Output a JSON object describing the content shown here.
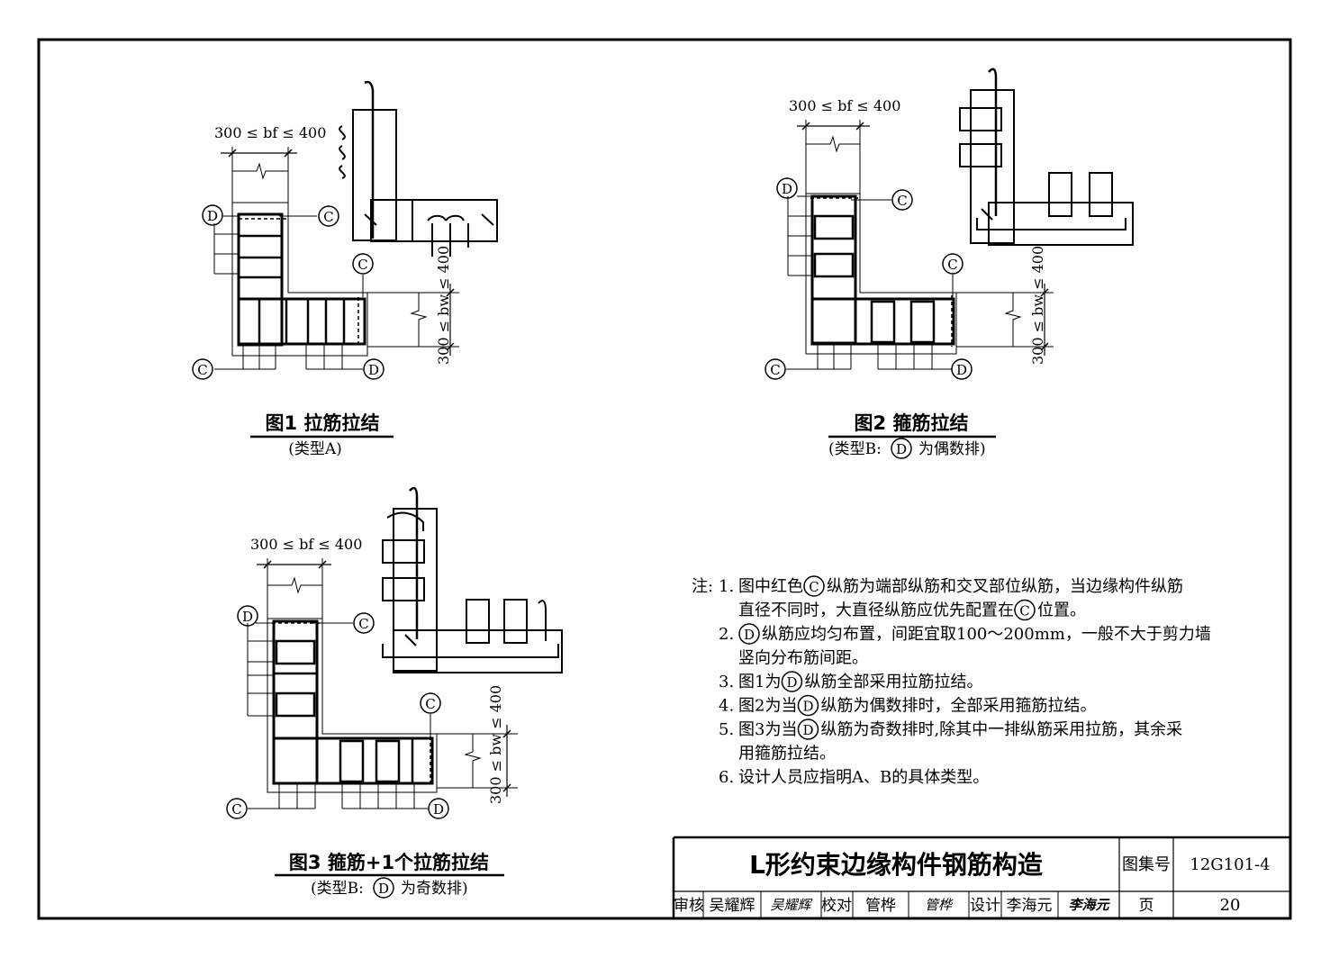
{
  "figures": {
    "dim_flange": "300 ≤ bf ≤ 400",
    "dim_web": "300 ≤ bw ≤ 400",
    "marker_c": "C",
    "marker_d": "D",
    "fig1": {
      "title": "图1 拉筋拉结",
      "subtitle": "(类型A)"
    },
    "fig2": {
      "title": "图2 箍筋拉结",
      "subtitle_pre": "(类型B:",
      "subtitle_post": "为偶数排)"
    },
    "fig3": {
      "title": "图3 箍筋+1个拉筋拉结",
      "subtitle_pre": "(类型B:",
      "subtitle_post": "为奇数排)"
    }
  },
  "notes": {
    "label": "注:",
    "lines": [
      {
        "num": "1.",
        "parts": [
          "图中红色",
          "C",
          "纵筋为端部纵筋和交叉部位纵筋，当边缘构件纵筋"
        ]
      },
      {
        "num": "",
        "parts": [
          "直径不同时，大直径纵筋应优先配置在",
          "C",
          "位置。"
        ]
      },
      {
        "num": "2.",
        "parts": [
          "",
          "D",
          "纵筋应均匀布置，间距宜取100～200mm，一般不大于剪力墙"
        ]
      },
      {
        "num": "",
        "parts": [
          "竖向分布筋间距。",
          "",
          ""
        ]
      },
      {
        "num": "3.",
        "parts": [
          "图1为",
          "D",
          "纵筋全部采用拉筋拉结。"
        ]
      },
      {
        "num": "4.",
        "parts": [
          "图2为当",
          "D",
          "纵筋为偶数排时，全部采用箍筋拉结。"
        ]
      },
      {
        "num": "5.",
        "parts": [
          "图3为当",
          "D",
          "纵筋为奇数排时,除其中一排纵筋采用拉筋，其余采"
        ]
      },
      {
        "num": "",
        "parts": [
          "用箍筋拉结。",
          "",
          ""
        ]
      },
      {
        "num": "6.",
        "parts": [
          "设计人员应指明A、B的具体类型。",
          "",
          ""
        ]
      }
    ]
  },
  "title_block": {
    "drawing_title": "L形约束边缘构件钢筋构造",
    "atlas_label": "图集号",
    "atlas_value": "12G101-4",
    "review_label": "审核",
    "reviewer": "吴耀辉",
    "reviewer_sign": "吴耀辉",
    "check_label": "校对",
    "checker": "管桦",
    "checker_sign": "管桦",
    "design_label": "设计",
    "designer": "李海元",
    "designer_sign": "李海元",
    "page_label": "页",
    "page_value": "20"
  }
}
